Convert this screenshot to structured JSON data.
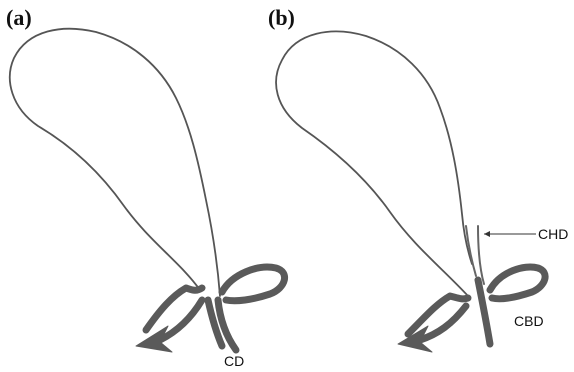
{
  "panels": [
    {
      "label": "(a)",
      "annotations": [
        "CD"
      ]
    },
    {
      "label": "(b)",
      "annotations": [
        "CHD",
        "CBD"
      ]
    }
  ],
  "colors": {
    "outline": "#555555",
    "duct": "#5a5a5a",
    "text": "#111111"
  }
}
